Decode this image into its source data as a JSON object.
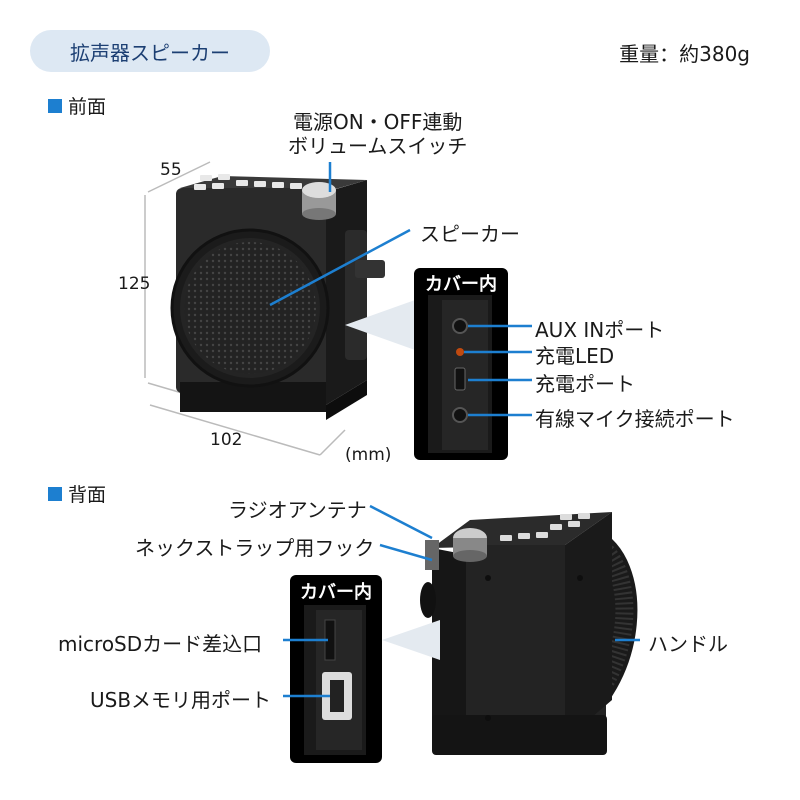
{
  "header": {
    "product_label": "拡声器スピーカー",
    "weight": "重量：約380g"
  },
  "front": {
    "section_label": "前面",
    "dims": {
      "depth": "55",
      "height": "125",
      "width": "102",
      "unit": "(mm)"
    },
    "labels": {
      "volume_switch": "電源ON・OFF連動\nボリュームスイッチ",
      "speaker": "スピーカー"
    },
    "cover": {
      "title": "カバー内",
      "ports": [
        "AUX INポート",
        "充電LED",
        "充電ポート",
        "有線マイク接続ポート"
      ]
    }
  },
  "back": {
    "section_label": "背面",
    "labels": {
      "antenna": "ラジオアンテナ",
      "strap_hook": "ネックストラップ用フック",
      "handle": "ハンドル"
    },
    "cover": {
      "title": "カバー内",
      "ports": [
        "microSDカード差込口",
        "USBメモリ用ポート"
      ]
    }
  },
  "colors": {
    "accent": "#1d7fd0",
    "pill_bg": "#dde8f3",
    "pointer": "#1d7fd0"
  }
}
